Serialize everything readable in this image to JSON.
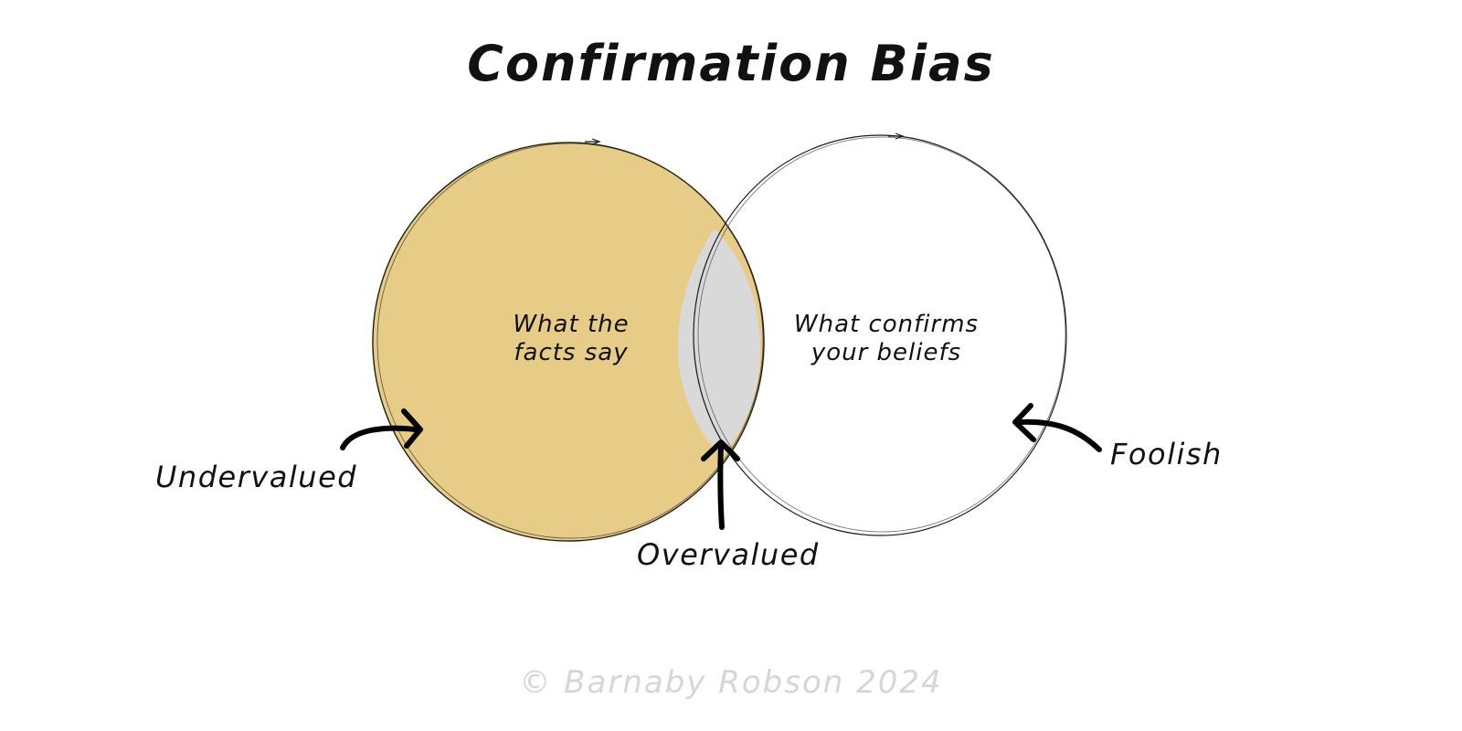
{
  "title": "Confirmation Bias",
  "colors": {
    "facts_fill": "#E6CC87",
    "overlap_fill": "#D9D9D9",
    "stroke": "#1a1a1a",
    "footer_text": "#D6D6D6"
  },
  "circles": {
    "left": {
      "label_line1": "What the",
      "label_line2": "facts say"
    },
    "right": {
      "label_line1": "What confirms",
      "label_line2": "your beliefs"
    }
  },
  "callouts": {
    "undervalued": "Undervalued",
    "overvalued": "Overvalued",
    "foolish": "Foolish"
  },
  "footer": "© Barnaby Robson 2024"
}
